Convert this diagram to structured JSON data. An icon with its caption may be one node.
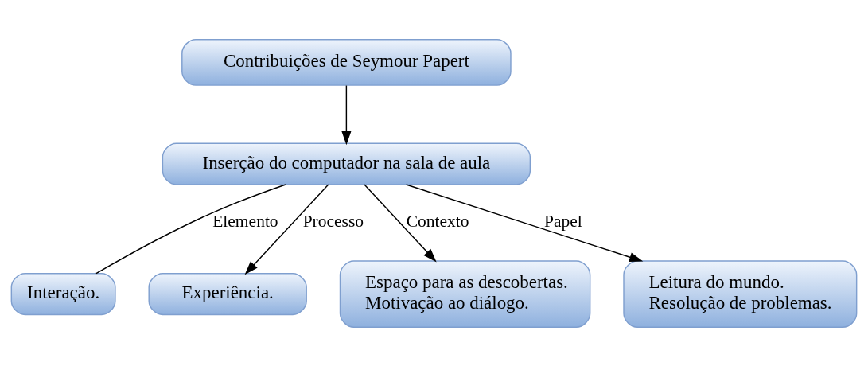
{
  "diagram": {
    "nodes": [
      {
        "text": [
          "Contribuições de Seymour Papert"
        ]
      },
      {
        "text": [
          "Inserção do computador na sala de aula"
        ]
      },
      {
        "text": [
          "Interação."
        ]
      },
      {
        "text": [
          "Experiência."
        ]
      },
      {
        "text": [
          "Espaço para as descobertas.",
          "Motivação ao diálogo."
        ]
      },
      {
        "text": [
          "Leitura do mundo.",
          "Resolução de problemas."
        ]
      }
    ],
    "edges": [
      {
        "from": 0,
        "to": 1,
        "arrow": "to"
      },
      {
        "from": 1,
        "to": 2,
        "arrow": "none",
        "label": "Elemento"
      },
      {
        "from": 1,
        "to": 3,
        "arrow": "to",
        "label": "Processo"
      },
      {
        "from": 1,
        "to": 4,
        "arrow": "to",
        "label": "Contexto"
      },
      {
        "from": 1,
        "to": 5,
        "arrow": "to",
        "label": "Papel"
      }
    ]
  }
}
